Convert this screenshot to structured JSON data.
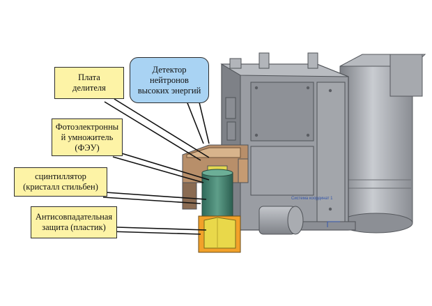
{
  "labels": {
    "divider_board": "Плата\nделителя",
    "neutron_detector": "Детектор\nнейтронов\nвысоких энергий",
    "pmt": "Фотоэлектронны\nй умножитель\n(ФЭУ)",
    "scintillator": "сцинтиллятор\n(кристалл стильбен)",
    "anticoincidence": "Антисовпадательная\nзащита (пластик)"
  },
  "annotation": "Система координат 1",
  "colors": {
    "callout_yellow": "#fdf3a6",
    "callout_blue": "#a9d3f3",
    "housing_gray": "#9a9da3",
    "pmt_green": "#3f7f6d",
    "shield_orange": "#f2a12a",
    "shield_yellow": "#e9d84a"
  }
}
